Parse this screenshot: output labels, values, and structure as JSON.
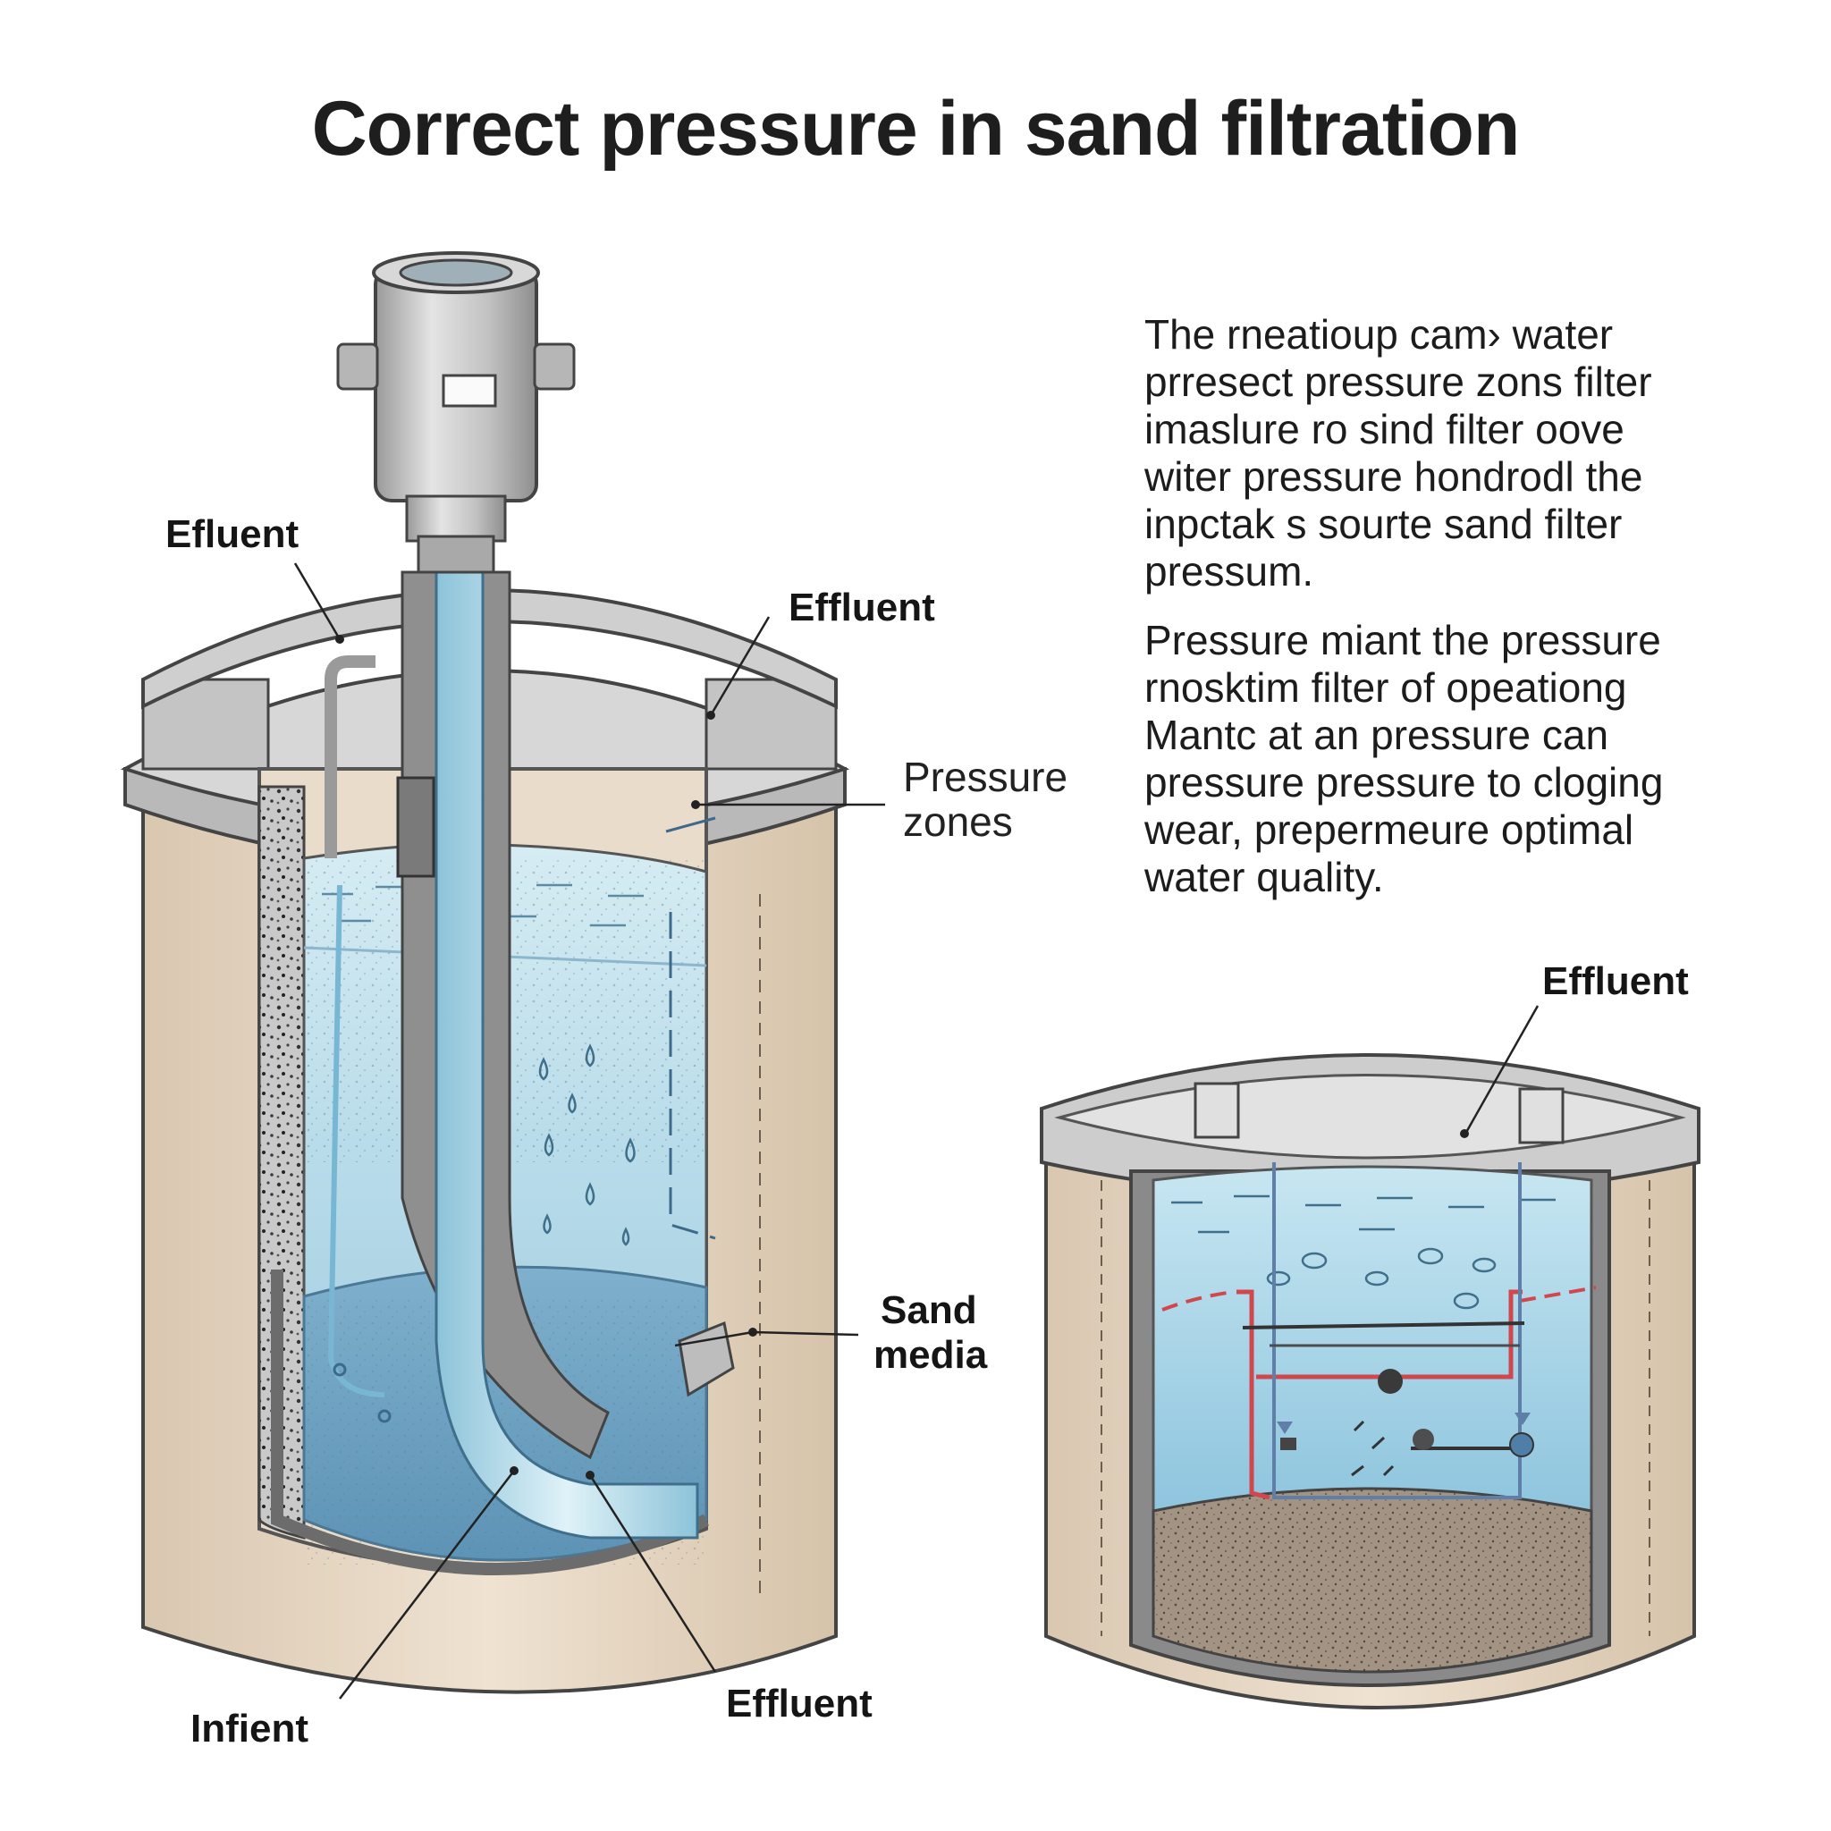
{
  "title": "Correct pressure in sand filtration",
  "labels": {
    "left_effluent_top": "Efluent",
    "top_effluent": "Effluent",
    "pressure_zones_line1": "Pressure",
    "pressure_zones_line2": "zones",
    "sand_media_line1": "Sand",
    "sand_media_line2": "media",
    "bottom_effluent": "Effluent",
    "infient": "Infient",
    "right_effluent": "Effluent"
  },
  "paragraphs": [
    {
      "lines": [
        "The rneatioup cam› water",
        "prresect pressure zons filter",
        "imaslure ro sind filter oove",
        "witer pressure hondrodl the",
        "inpctak s sourte sand filter",
        "pressum."
      ]
    },
    {
      "lines": [
        "Pressure miant the pressure",
        "rnosktim filter of opeationg",
        "Mantc at an pressure can",
        "pressure pressure to cloging",
        "wear, prepermeure optimal",
        "water quality."
      ]
    }
  ],
  "colors": {
    "tank_beige": "#e6d5c0",
    "lid_gray": "#c8c8c8",
    "water_light": "#bfe0ec",
    "water_deep": "#7fb2d0",
    "pipe_red": "#d0484e",
    "sand": "#a89a8c"
  }
}
